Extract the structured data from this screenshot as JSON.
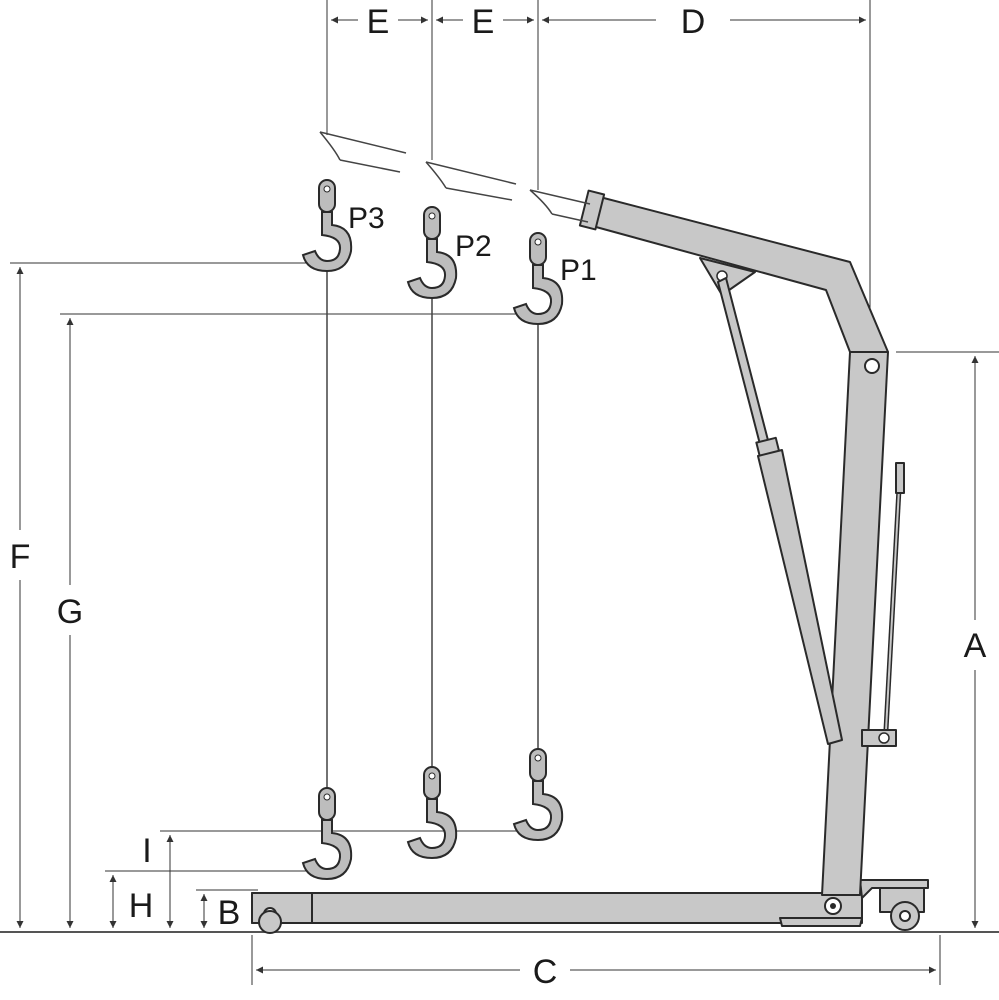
{
  "dimensions": {
    "a": "A",
    "b": "B",
    "c": "C",
    "d": "D",
    "e1": "E",
    "e2": "E",
    "f": "F",
    "g": "G",
    "h": "H",
    "i": "I"
  },
  "positions": {
    "p1": "P1",
    "p2": "P2",
    "p3": "P3"
  },
  "colors": {
    "frame": "#c8c8c8",
    "outline": "#2a2a2a",
    "ground": "#555555"
  }
}
